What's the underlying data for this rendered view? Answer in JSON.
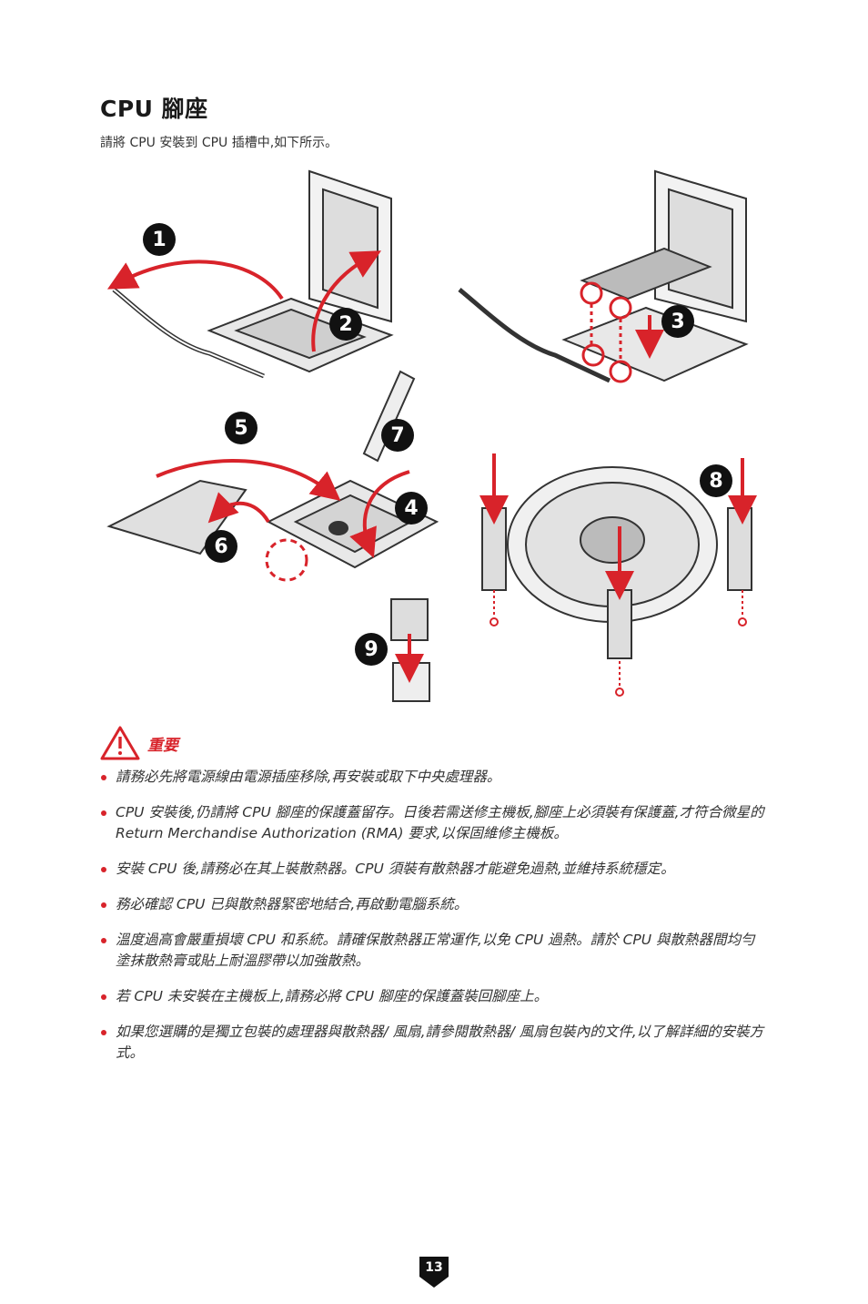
{
  "title": "CPU 腳座",
  "intro": "請將 CPU 安裝到 CPU 插槽中,如下所示。",
  "steps": [
    "1",
    "2",
    "3",
    "4",
    "5",
    "6",
    "7",
    "8",
    "9"
  ],
  "important_label": "重要",
  "notes": [
    "請務必先將電源線由電源插座移除,再安裝或取下中央處理器。",
    "CPU 安裝後,仍請將 CPU 腳座的保護蓋留存。日後若需送修主機板,腳座上必須裝有保護蓋,才符合微星的 Return Merchandise Authorization (RMA) 要求,以保固維修主機板。",
    "安裝 CPU 後,請務必在其上裝散熱器。CPU 須裝有散熱器才能避免過熱,並維持系統穩定。",
    "務必確認 CPU 已與散熱器緊密地結合,再啟動電腦系統。",
    "溫度過高會嚴重損壞 CPU 和系統。請確保散熱器正常運作,以免 CPU 過熱。請於 CPU 與散熱器間均勻塗抹散熱膏或貼上耐溫膠帶以加強散熱。",
    "若 CPU 未安裝在主機板上,請務必將 CPU 腳座的保護蓋裝回腳座上。",
    "如果您選購的是獨立包裝的處理器與散熱器/ 風扇,請參閱散熱器/ 風扇包裝內的文件,以了解詳細的安裝方式。"
  ],
  "page_number": "13",
  "colors": {
    "accent": "#d8232a",
    "badge": "#111111"
  }
}
